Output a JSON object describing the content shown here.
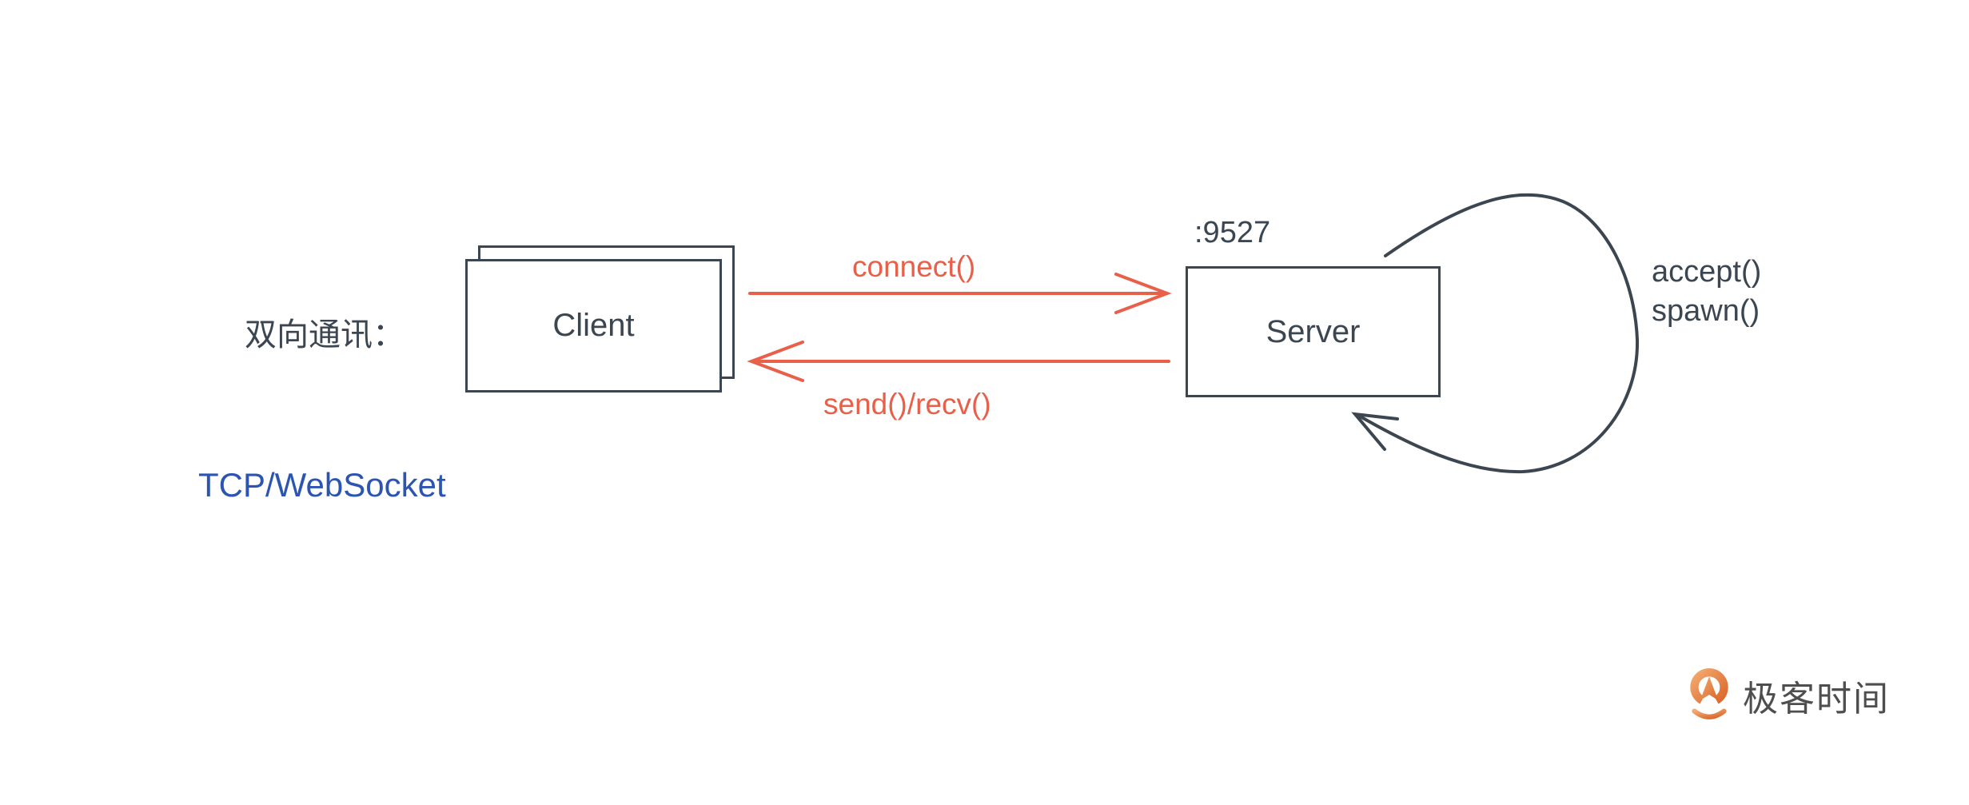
{
  "colors": {
    "ink": "#3C4650",
    "accent_orange": "#E8604A",
    "protocol_blue": "#2C55B2",
    "logo_orange_light": "#F2A96F",
    "logo_orange_dark": "#DB662A",
    "logo_text_gray": "#4E4E4E"
  },
  "diagram": {
    "side_label": "双向通讯：",
    "client_box": {
      "label": "Client"
    },
    "server_box": {
      "label": "Server",
      "port_label": ":9527"
    },
    "connect_label": "connect()",
    "send_recv_label": "send()/recv()",
    "loop_labels": {
      "line1": "accept()",
      "line2": "spawn()"
    },
    "protocol_label": "TCP/WebSocket"
  },
  "footer": {
    "brand_name": "极客时间"
  }
}
